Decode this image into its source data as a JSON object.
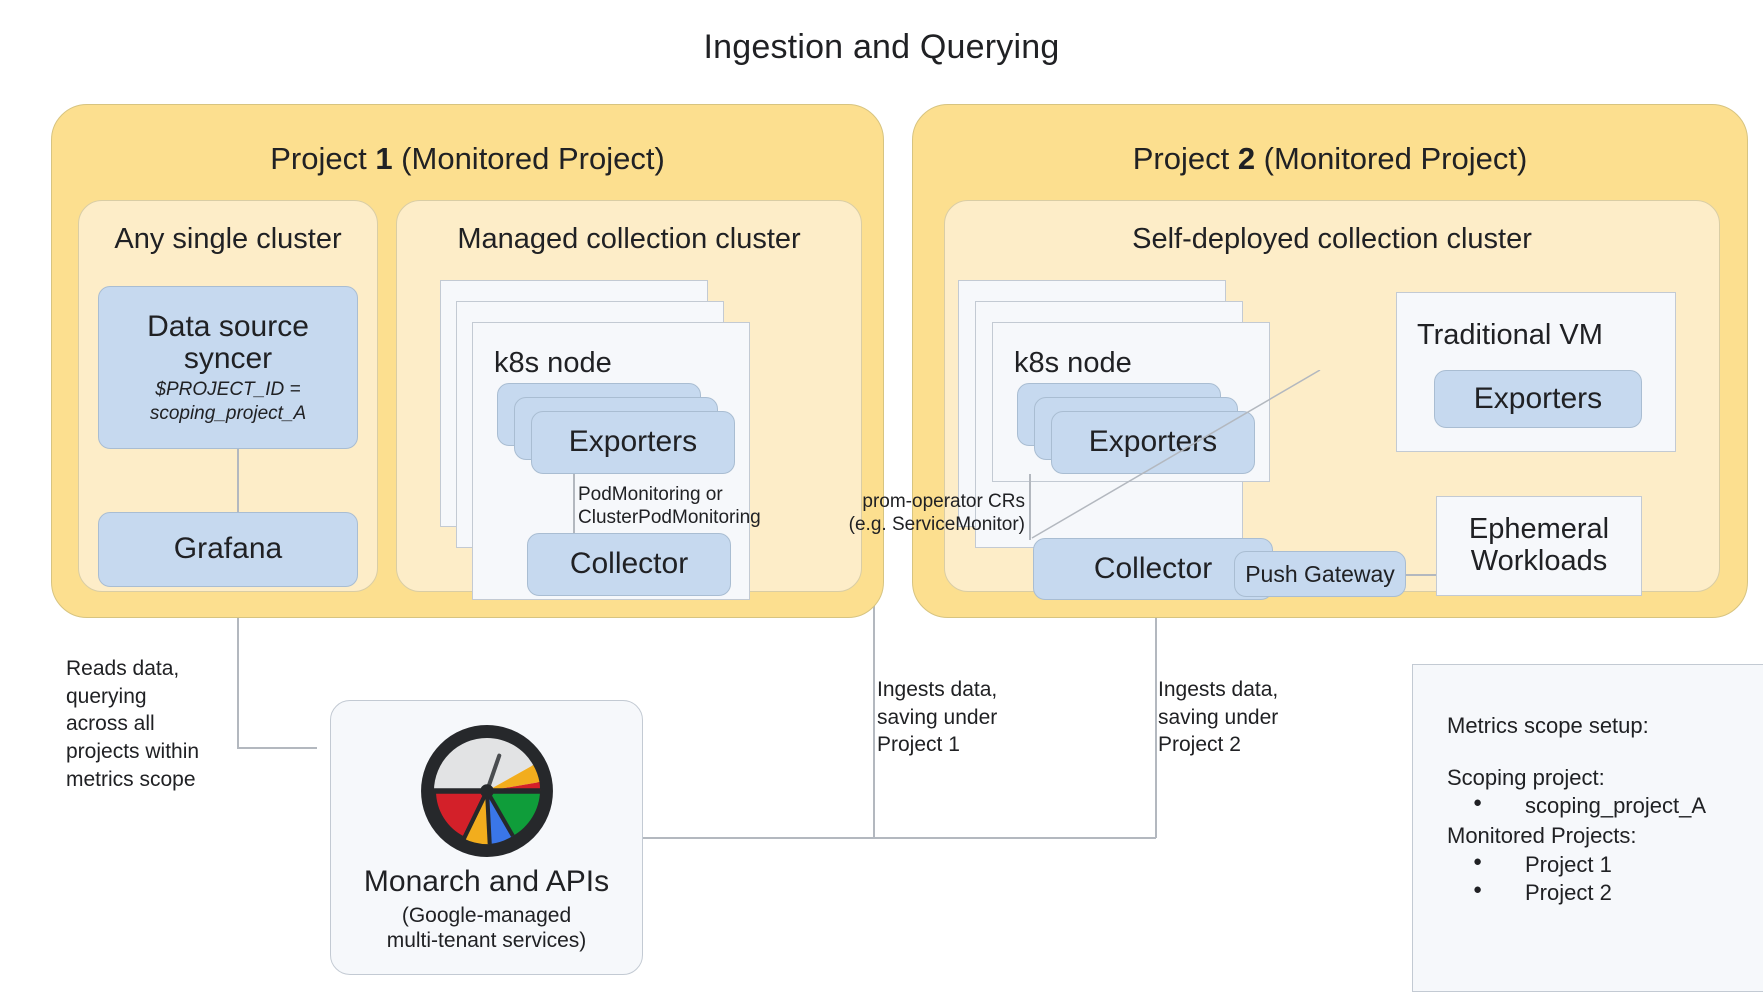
{
  "title": "Ingestion and Querying",
  "projects": [
    {
      "label_prefix": "Project ",
      "label_number": "1",
      "label_suffix": " (Monitored Project)"
    },
    {
      "label_prefix": "Project ",
      "label_number": "2",
      "label_suffix": " (Monitored Project)"
    }
  ],
  "clusters": {
    "any_single": "Any single cluster",
    "managed": "Managed collection cluster",
    "self_deployed": "Self-deployed collection cluster"
  },
  "nodes": {
    "k8s_node_left": "k8s node",
    "k8s_node_right": "k8s node",
    "traditional_vm": "Traditional VM",
    "ephemeral_workloads_l1": "Ephemeral",
    "ephemeral_workloads_l2": "Workloads"
  },
  "components": {
    "data_source_syncer_l1": "Data source",
    "data_source_syncer_l2": "syncer",
    "data_source_syncer_sub_l1": "$PROJECT_ID =",
    "data_source_syncer_sub_l2": "scoping_project_A",
    "grafana": "Grafana",
    "exporters_managed": "Exporters",
    "collector_managed": "Collector",
    "exporters_self": "Exporters",
    "collector_self": "Collector",
    "push_gateway": "Push Gateway",
    "exporters_vm": "Exporters"
  },
  "edge_labels": {
    "pod_monitoring_l1": "PodMonitoring or",
    "pod_monitoring_l2": "ClusterPodMonitoring",
    "prom_operator_l1": "prom-operator CRs",
    "prom_operator_l2": "(e.g. ServiceMonitor)"
  },
  "notes": {
    "reads_data": "Reads data,\nquerying\nacross all\nprojects within\nmetrics scope",
    "ingests_project1": "Ingests data,\nsaving under\nProject 1",
    "ingests_project2": "Ingests data,\nsaving under\nProject 2"
  },
  "monarch": {
    "title": "Monarch and APIs",
    "subtitle_l1": "(Google-managed",
    "subtitle_l2": "multi-tenant services)",
    "logo_name": "cloud-monitoring-gauge-logo"
  },
  "scope_panel": {
    "heading": "Metrics scope setup:",
    "scoping_heading": "Scoping project:",
    "scoping_items": [
      "scoping_project_A"
    ],
    "monitored_heading": "Monitored Projects:",
    "monitored_items": [
      "Project 1",
      "Project 2"
    ]
  },
  "colors": {
    "project_fill": "#fcdf8f",
    "cluster_fill": "#fdedc8",
    "component_fill": "#c6d9ef",
    "node_fill": "#f6f8fb",
    "line": "#b3b8bf",
    "logo_red": "#d32029",
    "logo_yellow": "#f2ad1d",
    "logo_blue": "#3a76e8",
    "logo_green": "#0f9d3a",
    "logo_dark": "#26282b",
    "logo_grey": "#e2e3e4"
  }
}
